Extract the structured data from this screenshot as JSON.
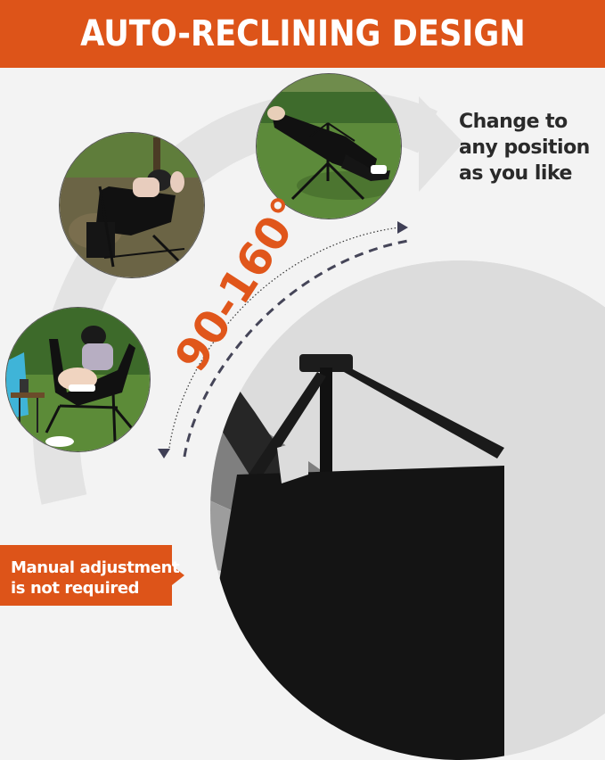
{
  "banner": {
    "title": "AUTO-RECLINING DESIGN",
    "background_color": "#dd5419"
  },
  "side_caption": {
    "lines": [
      "Change to",
      "any position",
      "as you like"
    ]
  },
  "angle_label": {
    "text": "90-160°",
    "color": "#e0561b"
  },
  "photos": [
    {
      "name": "upright-seated-woman",
      "description": "Woman sitting upright in swing chair on grass"
    },
    {
      "name": "half-reclined-person",
      "description": "Person reclined with hands behind head"
    },
    {
      "name": "fully-reclined-person",
      "description": "Person fully reclined in chair on lawn"
    }
  ],
  "product_view": {
    "description": "Black reclining camp chair showing multiple recline positions"
  },
  "callout": {
    "lines": [
      "Manual adjustment",
      "is not required"
    ],
    "background_color": "#dd5419"
  },
  "colors": {
    "accent": "#dd5419",
    "text_dark": "#2a2a2a",
    "arrow_dash": "#454558",
    "background": "#f3f3f3"
  }
}
